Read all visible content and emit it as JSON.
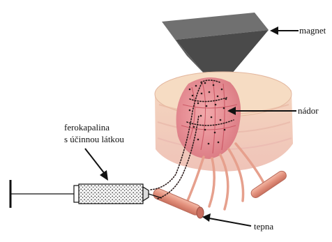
{
  "labels": {
    "magnet": "magnet",
    "tumor": "nádor",
    "ferrofluid_line1": "ferokapalina",
    "ferrofluid_line2": "s účinnou látkou",
    "artery": "tepna"
  },
  "colors": {
    "magnet_top": "#6f6f6f",
    "magnet_side": "#4a4a4a",
    "tissue": "#f0c7b0",
    "tumor": "#e98f95",
    "vessel": "#e79a86",
    "particles": "#2a1a1a",
    "arrow": "#111111"
  }
}
